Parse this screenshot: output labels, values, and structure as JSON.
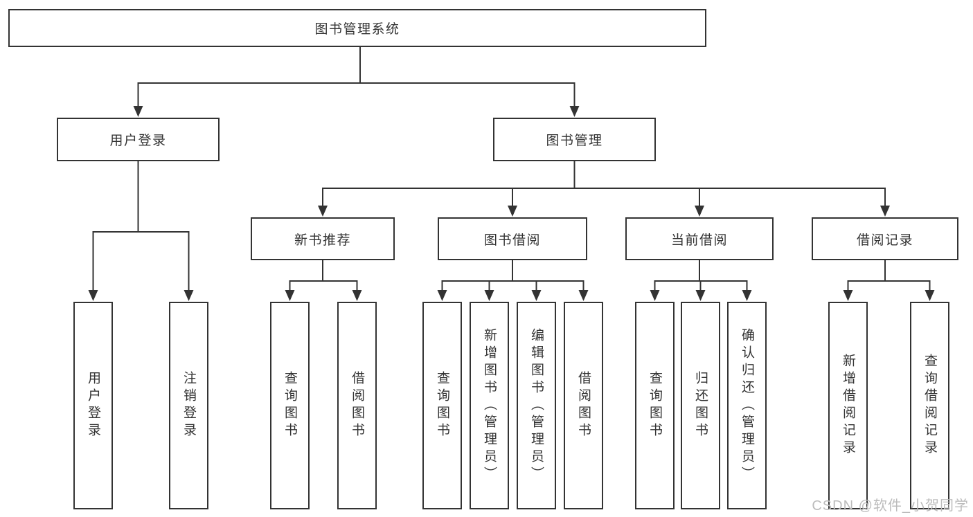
{
  "tree": {
    "root": {
      "label": "图书管理系统"
    },
    "branches": [
      {
        "label": "用户登录",
        "children": [
          {
            "label": "用户登录"
          },
          {
            "label": "注销登录"
          }
        ]
      },
      {
        "label": "图书管理",
        "children": [
          {
            "label": "新书推荐",
            "children": [
              {
                "label": "查询图书"
              },
              {
                "label": "借阅图书"
              }
            ]
          },
          {
            "label": "图书借阅",
            "children": [
              {
                "label": "查询图书"
              },
              {
                "label": "新增图书（管理员）"
              },
              {
                "label": "编辑图书（管理员）"
              },
              {
                "label": "借阅图书"
              }
            ]
          },
          {
            "label": "当前借阅",
            "children": [
              {
                "label": "查询图书"
              },
              {
                "label": "归还图书"
              },
              {
                "label": "确认归还（管理员）"
              }
            ]
          },
          {
            "label": "借阅记录",
            "children": [
              {
                "label": "新增借阅记录"
              },
              {
                "label": "查询借阅记录"
              }
            ]
          }
        ]
      }
    ]
  },
  "watermark": "CSDN @软件_小贺同学",
  "colors": {
    "line": "#333333",
    "border": "#333333",
    "text": "#333333",
    "background": "#ffffff",
    "watermark": "#bcbcbc"
  }
}
